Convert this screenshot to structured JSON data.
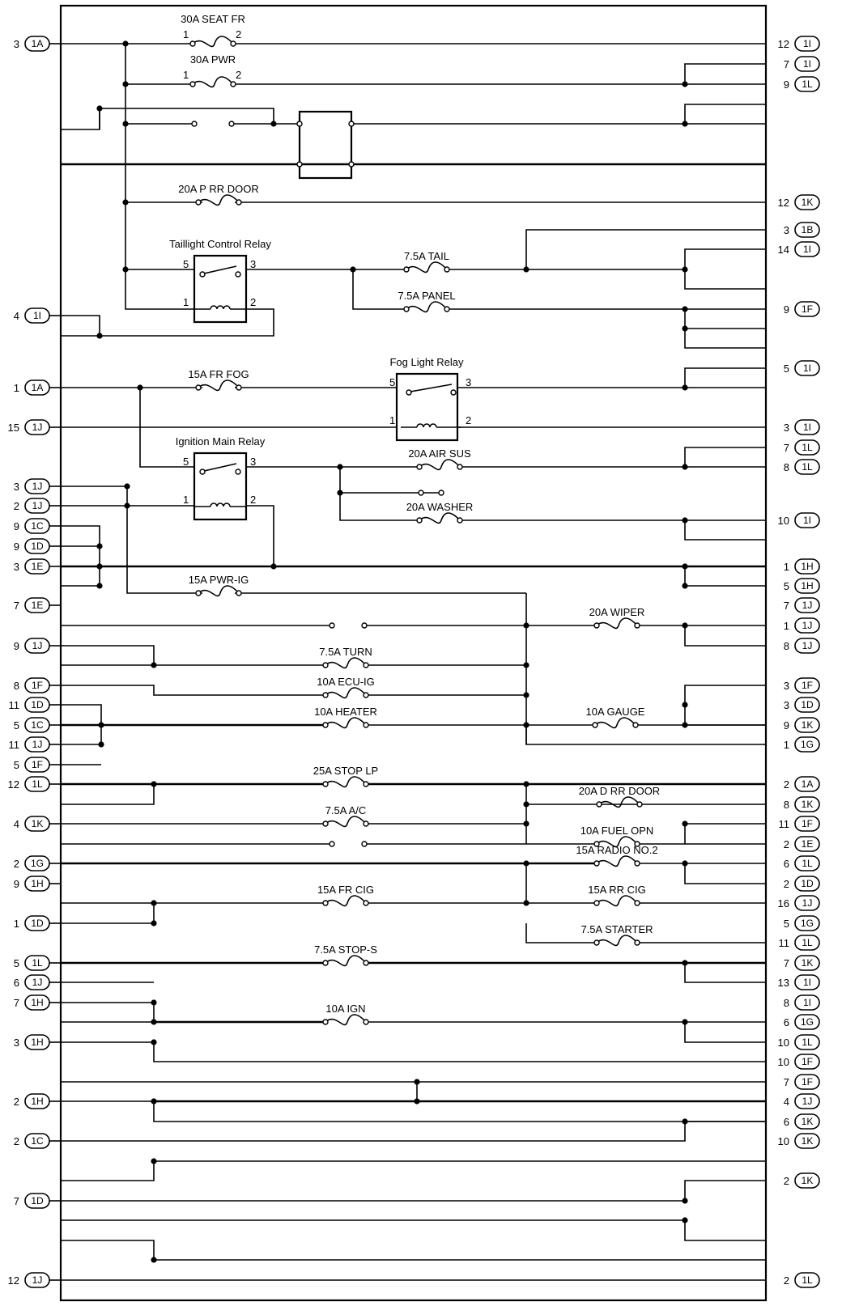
{
  "left_connectors": [
    {
      "pin": "3",
      "conn": "1A"
    },
    {
      "pin": "4",
      "conn": "1I"
    },
    {
      "pin": "1",
      "conn": "1A"
    },
    {
      "pin": "15",
      "conn": "1J"
    },
    {
      "pin": "3",
      "conn": "1J"
    },
    {
      "pin": "2",
      "conn": "1J"
    },
    {
      "pin": "9",
      "conn": "1C"
    },
    {
      "pin": "9",
      "conn": "1D"
    },
    {
      "pin": "3",
      "conn": "1E"
    },
    {
      "pin": "7",
      "conn": "1E"
    },
    {
      "pin": "9",
      "conn": "1J"
    },
    {
      "pin": "8",
      "conn": "1F"
    },
    {
      "pin": "11",
      "conn": "1D"
    },
    {
      "pin": "5",
      "conn": "1C"
    },
    {
      "pin": "11",
      "conn": "1J"
    },
    {
      "pin": "5",
      "conn": "1F"
    },
    {
      "pin": "12",
      "conn": "1L"
    },
    {
      "pin": "4",
      "conn": "1K"
    },
    {
      "pin": "2",
      "conn": "1G"
    },
    {
      "pin": "9",
      "conn": "1H"
    },
    {
      "pin": "1",
      "conn": "1D"
    },
    {
      "pin": "5",
      "conn": "1L"
    },
    {
      "pin": "6",
      "conn": "1J"
    },
    {
      "pin": "7",
      "conn": "1H"
    },
    {
      "pin": "3",
      "conn": "1H"
    },
    {
      "pin": "2",
      "conn": "1H"
    },
    {
      "pin": "2",
      "conn": "1C"
    },
    {
      "pin": "7",
      "conn": "1D"
    },
    {
      "pin": "12",
      "conn": "1J"
    }
  ],
  "right_connectors": [
    {
      "pin": "12",
      "conn": "1I"
    },
    {
      "pin": "7",
      "conn": "1I"
    },
    {
      "pin": "9",
      "conn": "1L"
    },
    {
      "pin": "12",
      "conn": "1K"
    },
    {
      "pin": "3",
      "conn": "1B"
    },
    {
      "pin": "14",
      "conn": "1I"
    },
    {
      "pin": "9",
      "conn": "1F"
    },
    {
      "pin": "5",
      "conn": "1I"
    },
    {
      "pin": "3",
      "conn": "1I"
    },
    {
      "pin": "7",
      "conn": "1L"
    },
    {
      "pin": "8",
      "conn": "1L"
    },
    {
      "pin": "10",
      "conn": "1I"
    },
    {
      "pin": "1",
      "conn": "1H"
    },
    {
      "pin": "5",
      "conn": "1H"
    },
    {
      "pin": "7",
      "conn": "1J"
    },
    {
      "pin": "1",
      "conn": "1J"
    },
    {
      "pin": "8",
      "conn": "1J"
    },
    {
      "pin": "3",
      "conn": "1F"
    },
    {
      "pin": "3",
      "conn": "1D"
    },
    {
      "pin": "9",
      "conn": "1K"
    },
    {
      "pin": "1",
      "conn": "1G"
    },
    {
      "pin": "2",
      "conn": "1A"
    },
    {
      "pin": "8",
      "conn": "1K"
    },
    {
      "pin": "11",
      "conn": "1F"
    },
    {
      "pin": "2",
      "conn": "1E"
    },
    {
      "pin": "6",
      "conn": "1L"
    },
    {
      "pin": "2",
      "conn": "1D"
    },
    {
      "pin": "16",
      "conn": "1J"
    },
    {
      "pin": "5",
      "conn": "1G"
    },
    {
      "pin": "11",
      "conn": "1L"
    },
    {
      "pin": "7",
      "conn": "1K"
    },
    {
      "pin": "13",
      "conn": "1I"
    },
    {
      "pin": "8",
      "conn": "1I"
    },
    {
      "pin": "6",
      "conn": "1G"
    },
    {
      "pin": "10",
      "conn": "1L"
    },
    {
      "pin": "10",
      "conn": "1F"
    },
    {
      "pin": "7",
      "conn": "1F"
    },
    {
      "pin": "4",
      "conn": "1J"
    },
    {
      "pin": "6",
      "conn": "1K"
    },
    {
      "pin": "10",
      "conn": "1K"
    },
    {
      "pin": "2",
      "conn": "1K"
    },
    {
      "pin": "2",
      "conn": "1L"
    }
  ],
  "fuses": [
    {
      "label": "30A SEAT FR"
    },
    {
      "label": "30A PWR"
    },
    {
      "label": "20A P RR DOOR"
    },
    {
      "label": "7.5A TAIL"
    },
    {
      "label": "7.5A PANEL"
    },
    {
      "label": "15A FR FOG"
    },
    {
      "label": "20A AIR SUS"
    },
    {
      "label": "20A WASHER"
    },
    {
      "label": "15A PWR-IG"
    },
    {
      "label": "20A WIPER"
    },
    {
      "label": "7.5A TURN"
    },
    {
      "label": "10A ECU-IG"
    },
    {
      "label": "10A HEATER"
    },
    {
      "label": "10A GAUGE"
    },
    {
      "label": "25A STOP LP"
    },
    {
      "label": "20A D RR DOOR"
    },
    {
      "label": "7.5A A/C"
    },
    {
      "label": "10A FUEL OPN"
    },
    {
      "label": "15A RADIO NO.2"
    },
    {
      "label": "15A FR CIG"
    },
    {
      "label": "15A RR CIG"
    },
    {
      "label": "7.5A STARTER"
    },
    {
      "label": "7.5A STOP-S"
    },
    {
      "label": "10A IGN"
    }
  ],
  "relays": [
    {
      "label": "Taillight Control Relay"
    },
    {
      "label": "Fog Light Relay"
    },
    {
      "label": "Ignition Main Relay"
    }
  ],
  "fuse_pins": {
    "p1": "1",
    "p2": "2"
  },
  "relay_pins": {
    "p5": "5",
    "p3": "3",
    "p1": "1",
    "p2": "2"
  }
}
